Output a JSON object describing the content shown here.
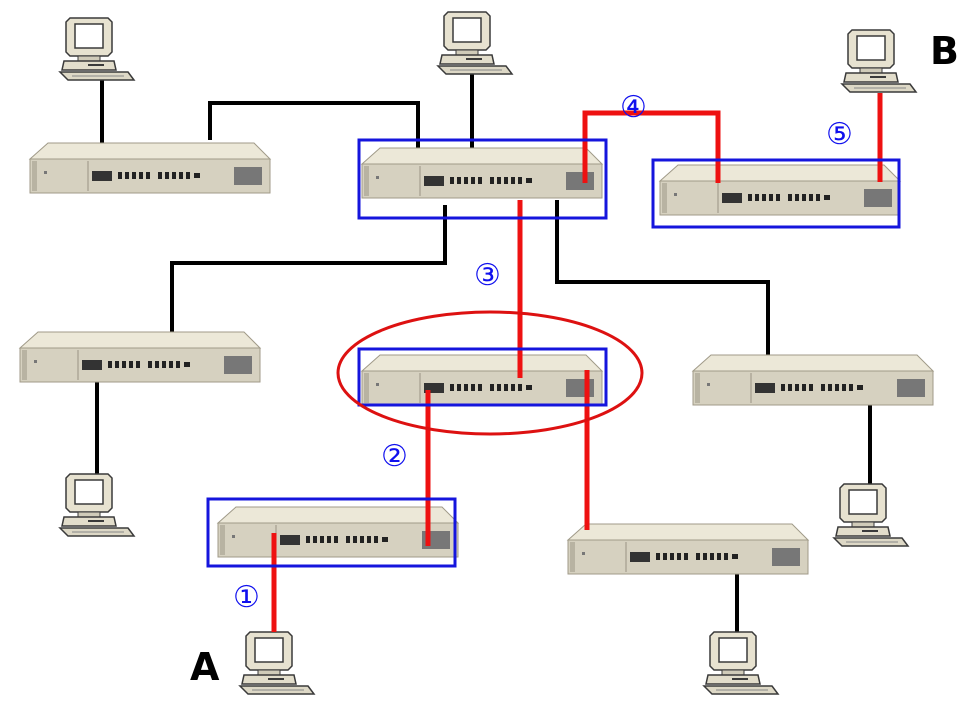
{
  "endpoints": {
    "source": "A",
    "destination": "B"
  },
  "hop_markers": [
    "①",
    "②",
    "③",
    "④",
    "⑤"
  ],
  "colors": {
    "path_link": "#ee1111",
    "other_link": "#000000",
    "hop_highlight": "#1515dd",
    "focus_ellipse": "#dd1111",
    "device_body": "#e0dccc",
    "device_front": "#c7c2b1"
  },
  "devices": {
    "switches": [
      "switch-top-left",
      "switch-core",
      "switch-destination",
      "switch-mid-left",
      "switch-focus",
      "switch-right",
      "switch-source",
      "switch-bottom-right"
    ],
    "computers": [
      "pc-top-left",
      "pc-top-center",
      "pc-b",
      "pc-left",
      "pc-right",
      "pc-a",
      "pc-bottom-right"
    ]
  }
}
